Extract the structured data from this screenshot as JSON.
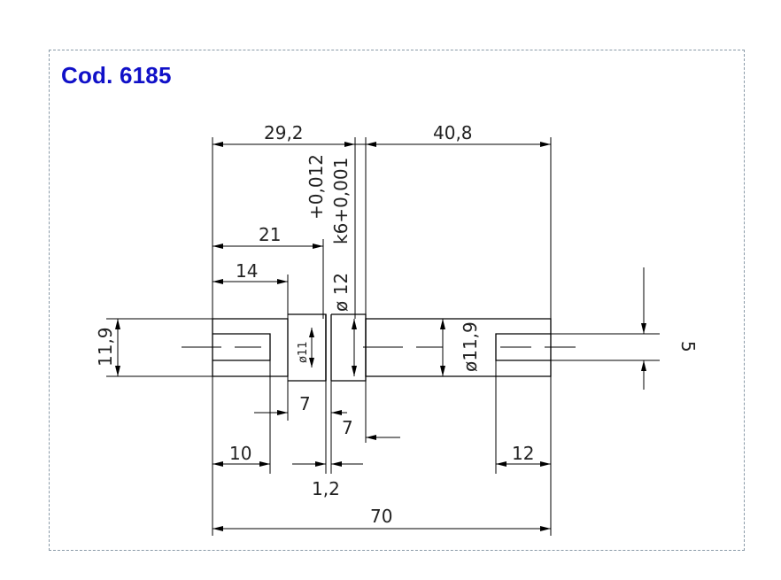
{
  "header": {
    "code": "Cod. 6185"
  },
  "dimensions": {
    "d_29_2": "29,2",
    "d_40_8": "40,8",
    "d_21": "21",
    "d_14": "14",
    "d_tol_upper": "+0,012",
    "d_tol_fit": "k6+0,001",
    "d_dia12": "ø 12",
    "d_11_9_left": "11,9",
    "d_dia11": "ø11",
    "d_dia11_9": "ø11,9",
    "d_5": "5",
    "d_7_a": "7",
    "d_7_b": "7",
    "d_10": "10",
    "d_1_2": "1,2",
    "d_12": "12",
    "d_70": "70"
  },
  "colors": {
    "title": "#1010c8",
    "frame": "#8a9aa8",
    "lines": "#000000"
  }
}
